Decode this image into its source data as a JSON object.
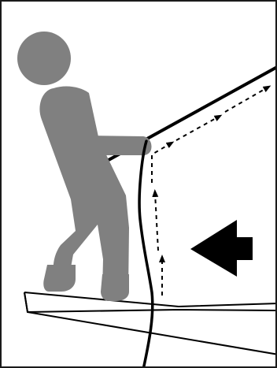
{
  "figure": {
    "figure_color": "#808080",
    "line_color": "#000000",
    "arrow_color": "#000000",
    "background": "#ffffff",
    "elements": [
      "person-figure",
      "rope-line",
      "dashed-flow-arrows",
      "large-direction-arrow",
      "sloped-platform",
      "hanging-cable"
    ]
  }
}
